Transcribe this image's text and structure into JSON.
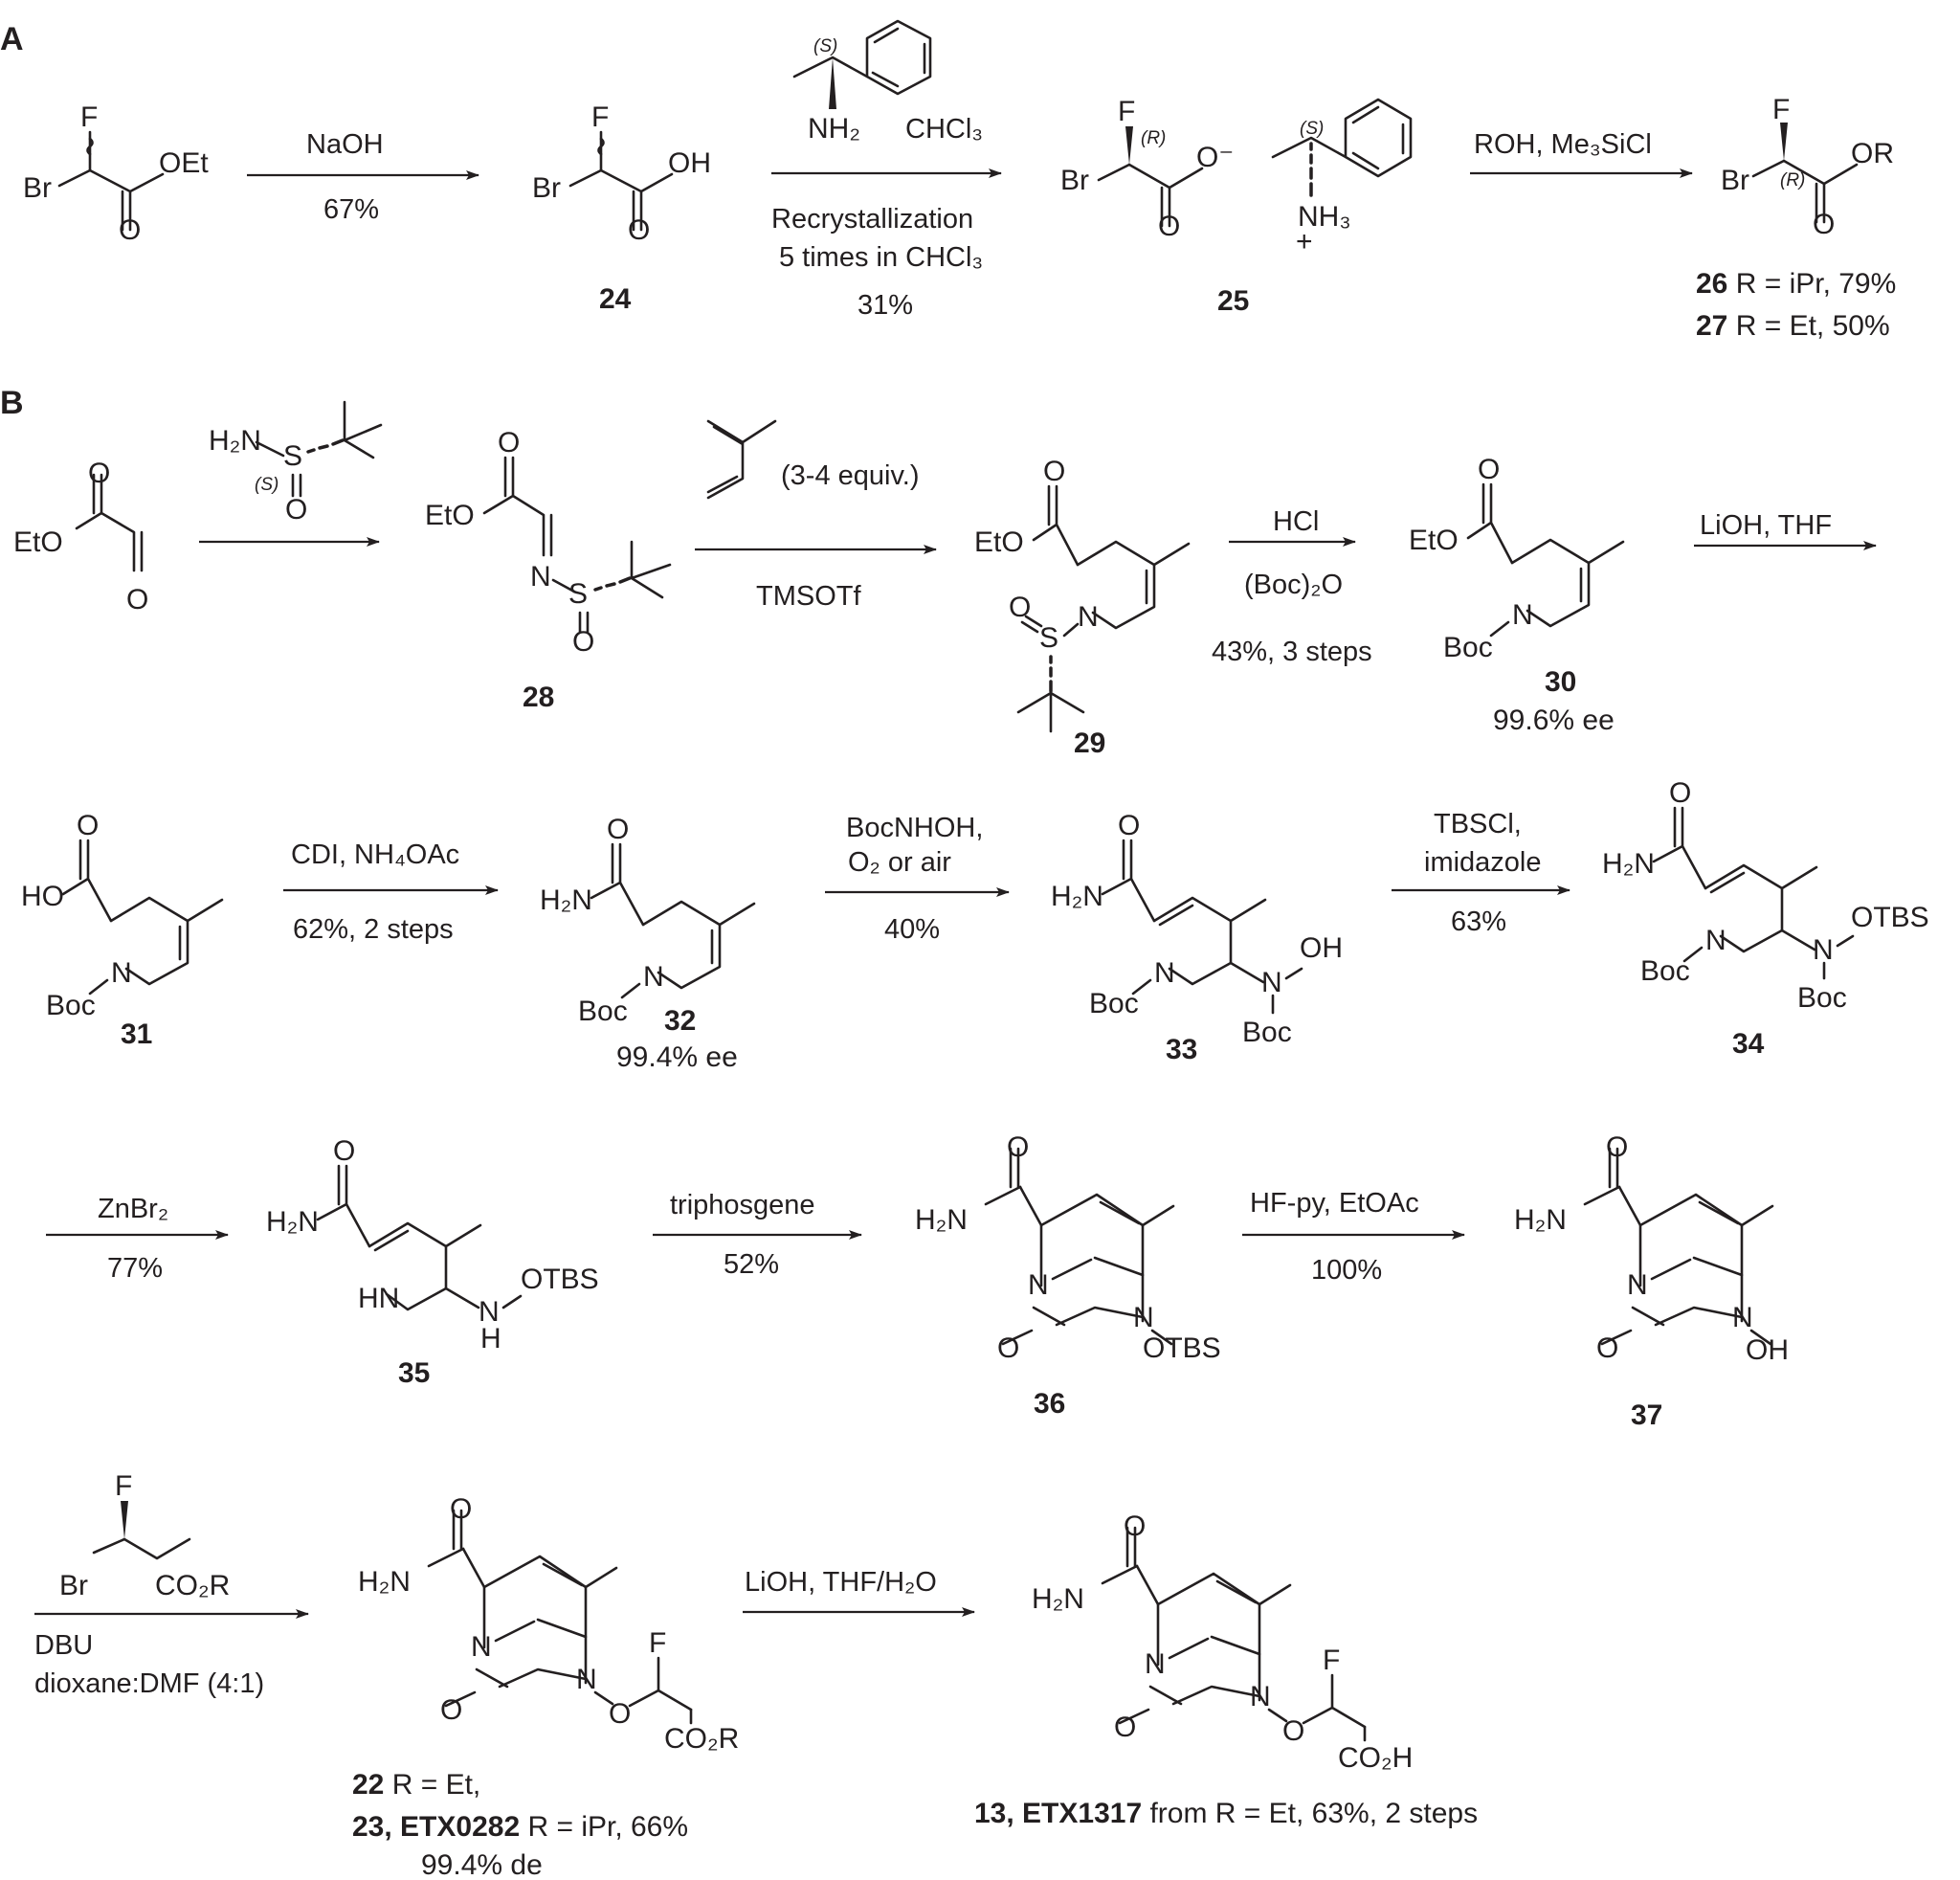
{
  "panels": {
    "a": "A",
    "b": "B"
  },
  "atoms": {
    "F": "F",
    "Br": "Br",
    "O": "O",
    "OH": "OH",
    "OEt": "OEt",
    "EtO": "EtO",
    "OR": "OR",
    "N": "N",
    "HN": "HN",
    "H": "H",
    "S": "S",
    "Boc": "Boc",
    "OTBS": "OTBS",
    "HO": "HO",
    "O_minus": "O⁻",
    "plus": "+",
    "NH2": "NH₂",
    "NH3": "NH₃",
    "H2N": "H₂N",
    "CO2R": "CO₂R",
    "CO2H": "CO₂H",
    "stereo_S": "(S)",
    "stereo_R": "(R)"
  },
  "reagents": {
    "a1_top": "NaOH",
    "a1_bot": "67%",
    "a2_top": "CHCl₃",
    "a2_bot1": "Recrystallization",
    "a2_bot2": "5 times in CHCl₃",
    "a2_bot3": "31%",
    "a3_top": "ROH, Me₃SiCl",
    "b2_top": "(3-4 equiv.)",
    "b2_bot": "TMSOTf",
    "b3_top": "HCl",
    "b3_mid": "(Boc)₂O",
    "b3_bot": "43%, 3 steps",
    "b4_top": "LiOH, THF",
    "b5_top": "CDI, NH₄OAc",
    "b5_bot": "62%, 2 steps",
    "b6_top1": "BocNHOH,",
    "b6_top2": "O₂ or air",
    "b6_bot": "40%",
    "b7_top1": "TBSCl,",
    "b7_top2": "imidazole",
    "b7_bot": "63%",
    "b8_top": "ZnBr₂",
    "b8_bot": "77%",
    "b9_top": "triphosgene",
    "b9_bot": "52%",
    "b10_top": "HF-py, EtOAc",
    "b10_bot": "100%",
    "b11_bot1": "DBU",
    "b11_bot2": "dioxane:DMF (4:1)",
    "b12_top": "LiOH, THF/H₂O"
  },
  "compounds": {
    "c24": "24",
    "c25": "25",
    "c26": "26",
    "c26_desc": " R = iPr, 79%",
    "c27": "27",
    "c27_desc": " R = Et, 50%",
    "c28": "28",
    "c29": "29",
    "c30": "30",
    "c30_ee": "99.6% ee",
    "c31": "31",
    "c32": "32",
    "c32_ee": "99.4% ee",
    "c33": "33",
    "c34": "34",
    "c35": "35",
    "c36": "36",
    "c37": "37",
    "c22": "22",
    "c22_desc": " R = Et,",
    "c23": "23, ETX0282",
    "c23_desc": " R = iPr, 66%",
    "c23_de": "99.4% de",
    "c13": "13, ETX1317",
    "c13_desc": " from R = Et, 63%, 2 steps"
  }
}
